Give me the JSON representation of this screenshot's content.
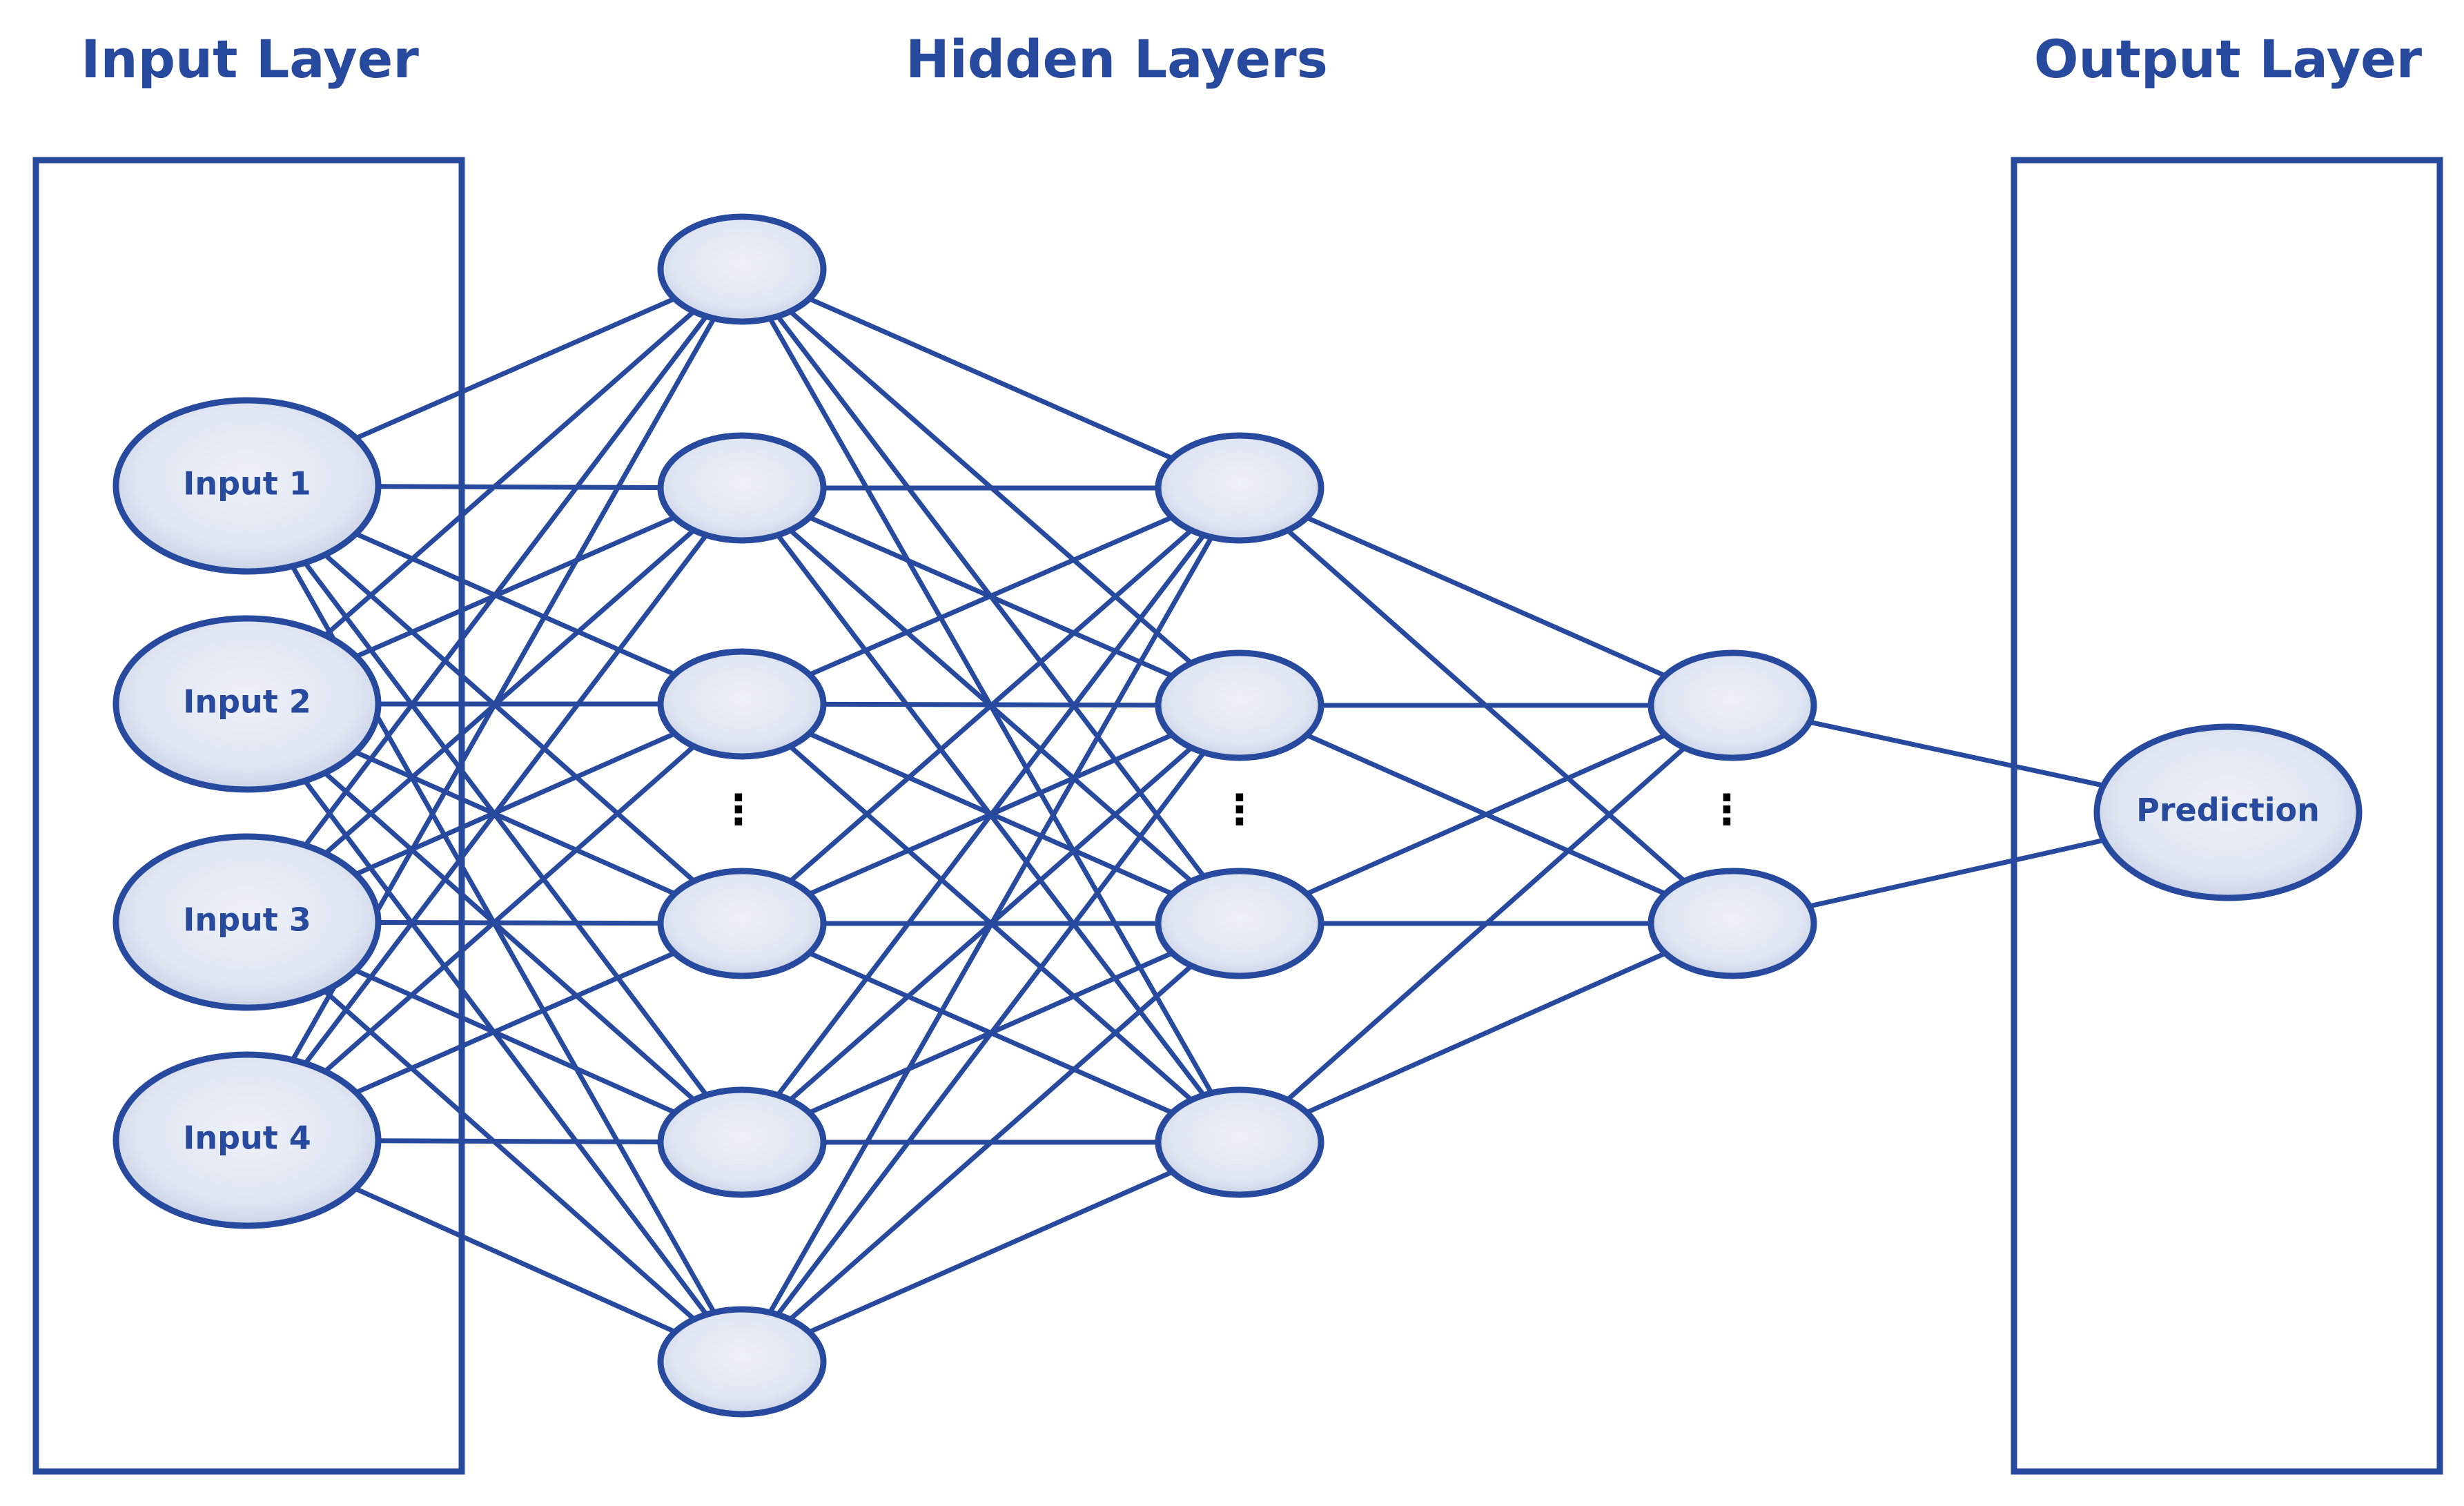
{
  "colors": {
    "primary": "#27499e",
    "node_fill_center": "#eef1f8",
    "node_fill_edge": "#c3cde4",
    "background": "#ffffff"
  },
  "titles": {
    "input": "Input Layer",
    "hidden": "Hidden Layers",
    "output": "Output Layer"
  },
  "inputs": [
    "Input 1",
    "Input 2",
    "Input 3",
    "Input 4"
  ],
  "output": "Prediction",
  "ellipsis": "⋮"
}
